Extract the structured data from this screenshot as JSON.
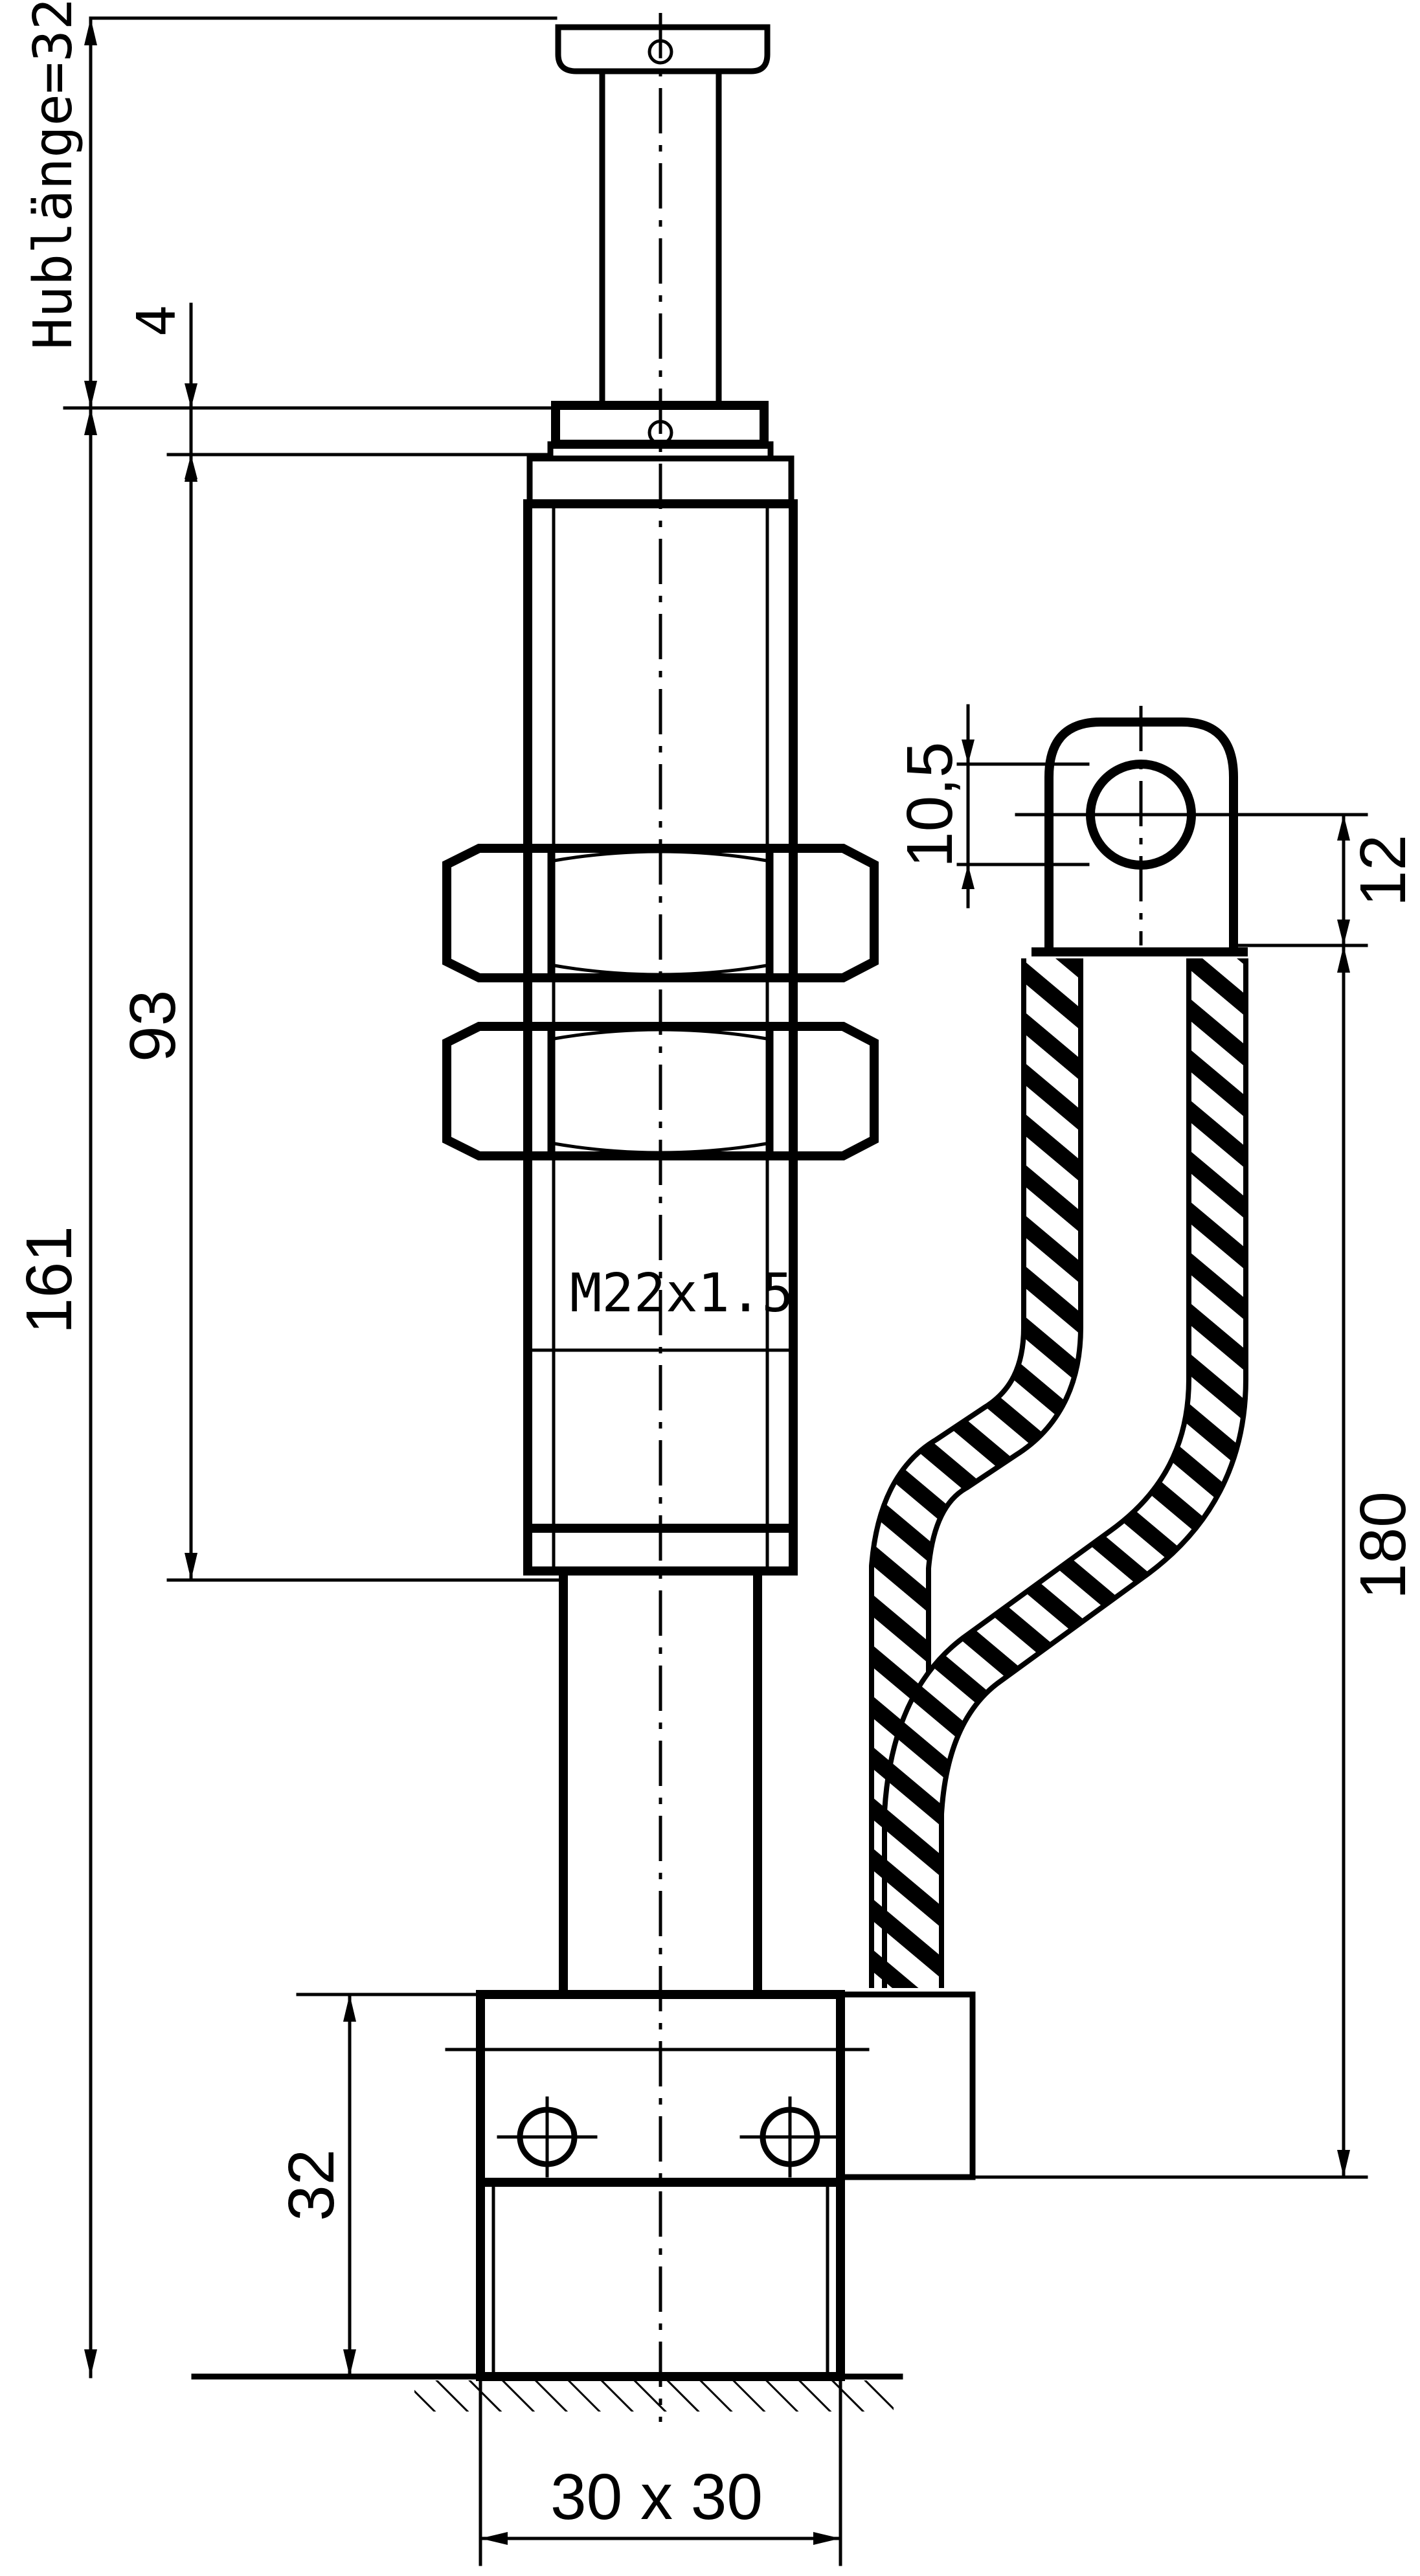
{
  "labels": {
    "stroke_length": "Hublänge=32",
    "dim_4": "4",
    "dim_161": "161",
    "dim_93": "93",
    "thread": "M22x1.5",
    "dim_10_5": "10,5",
    "dim_12": "12",
    "dim_180": "180",
    "dim_32": "32",
    "base_size": "30 x 30"
  }
}
